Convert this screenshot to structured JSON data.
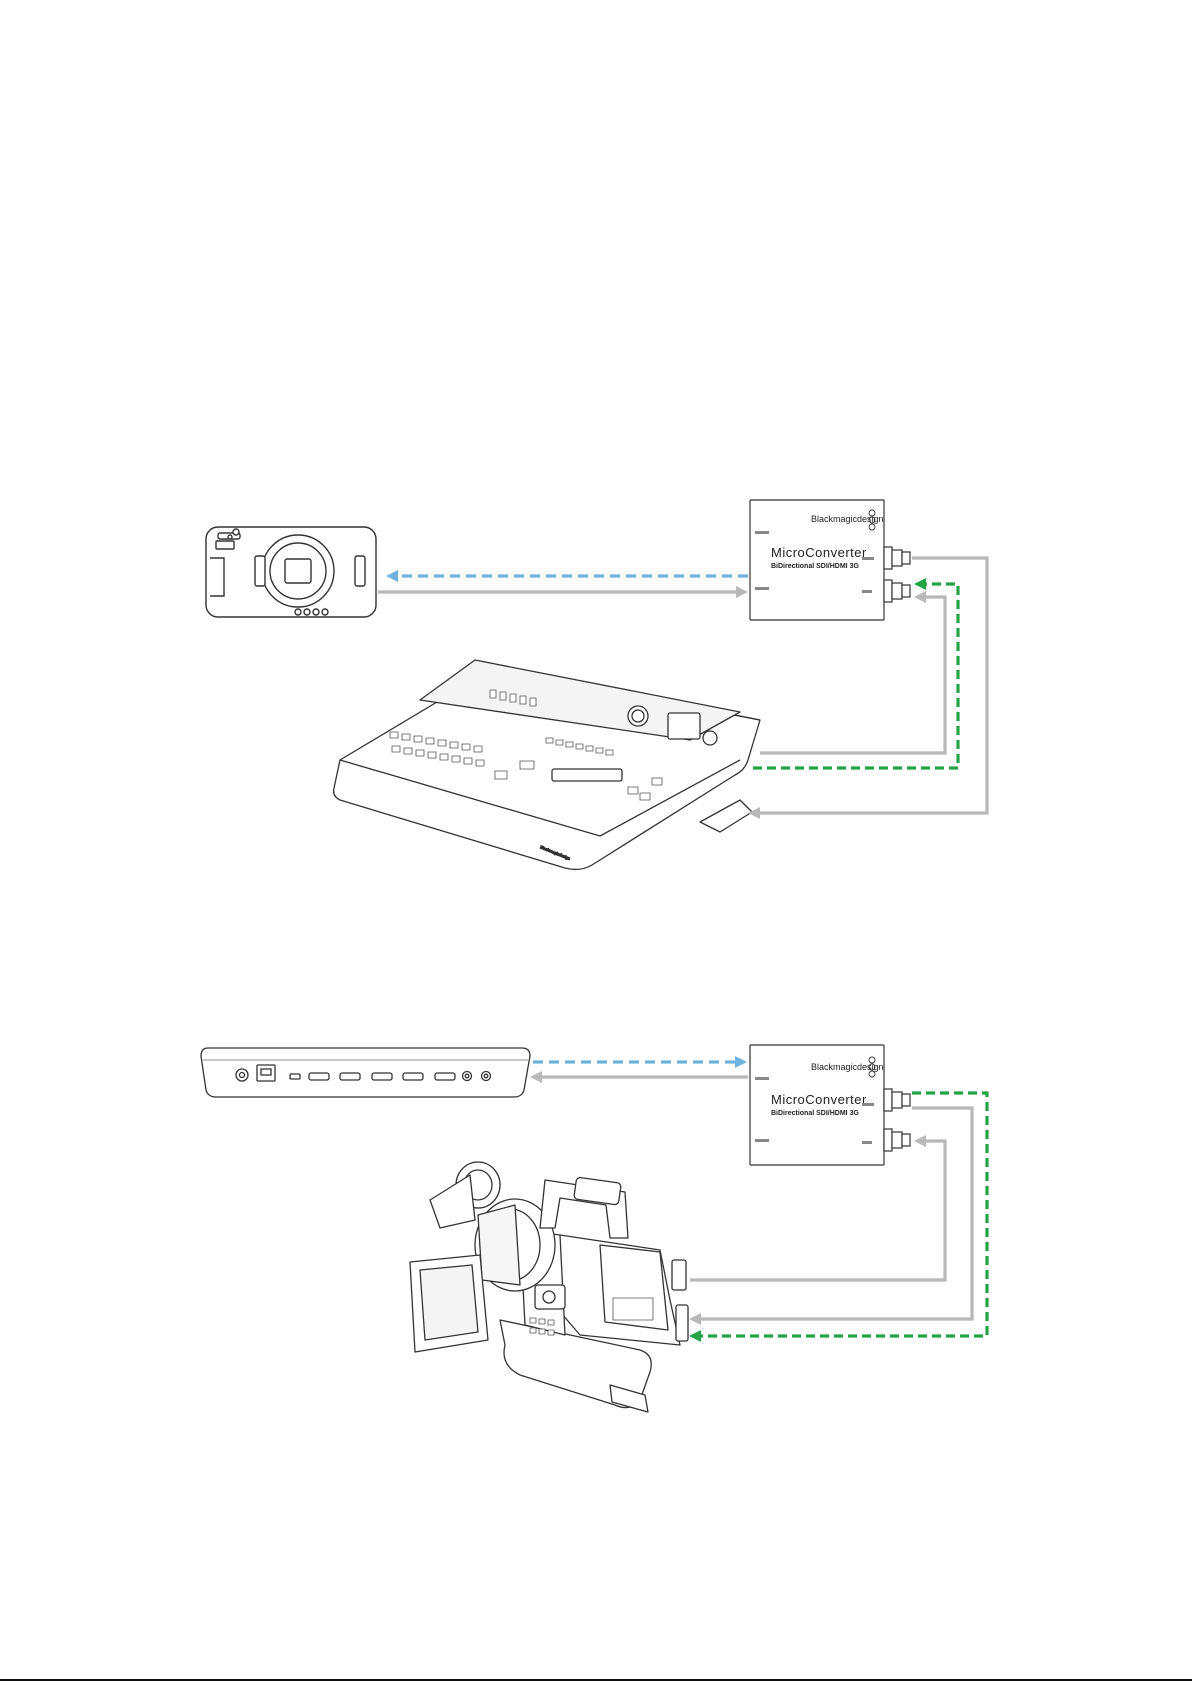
{
  "converter": {
    "brand": "Blackmagicdesign",
    "product_name": "MicroConverter",
    "product_subtitle": "BiDirectional SDI/HDMI 3G"
  },
  "colors": {
    "hdmi_cable": "#6fb3e0",
    "sdi_cable": "#b8b8b8",
    "tally_cable": "#22a447",
    "outline": "#333333"
  },
  "icons": {
    "camera_1": "pocket-cinema-camera-icon",
    "switcher_1": "atem-switcher-panel-icon",
    "switcher_2": "atem-mini-switcher-icon",
    "camera_2": "ursa-broadcast-camera-icon"
  }
}
